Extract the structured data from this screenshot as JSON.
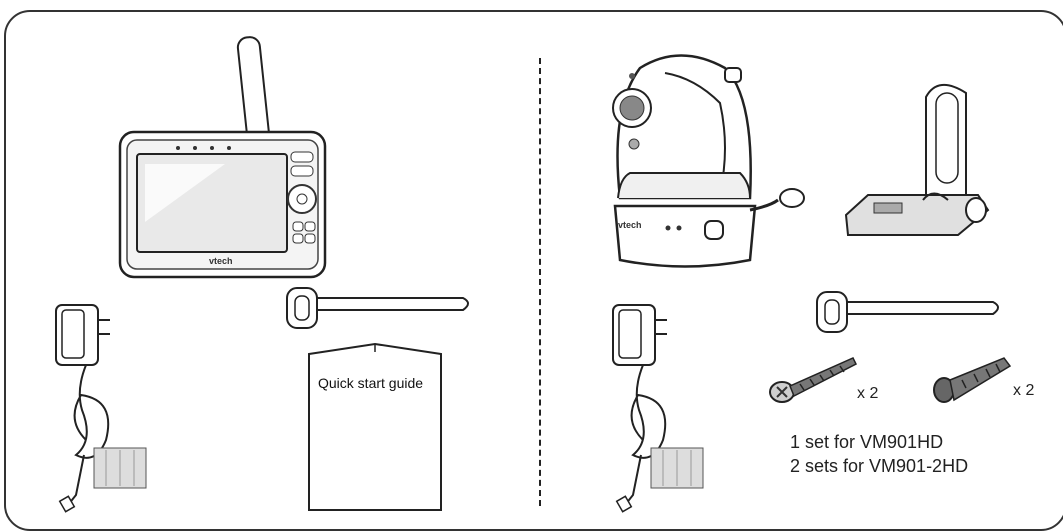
{
  "handset": {
    "brand": "vtech"
  },
  "camera": {
    "brand": "vtech"
  },
  "guide": {
    "title": "Quick start  guide"
  },
  "screw": {
    "quantity": "x 2"
  },
  "anchor": {
    "quantity": "x 2"
  },
  "sets": {
    "line1": "1 set for VM901HD",
    "line2": "2 sets for VM901-2HD"
  },
  "icons": [
    "parent-unit-handset",
    "power-adapter",
    "cable-tie",
    "quick-start-guide",
    "baby-unit-camera",
    "wall-mount-bracket",
    "screw",
    "wall-anchor"
  ]
}
